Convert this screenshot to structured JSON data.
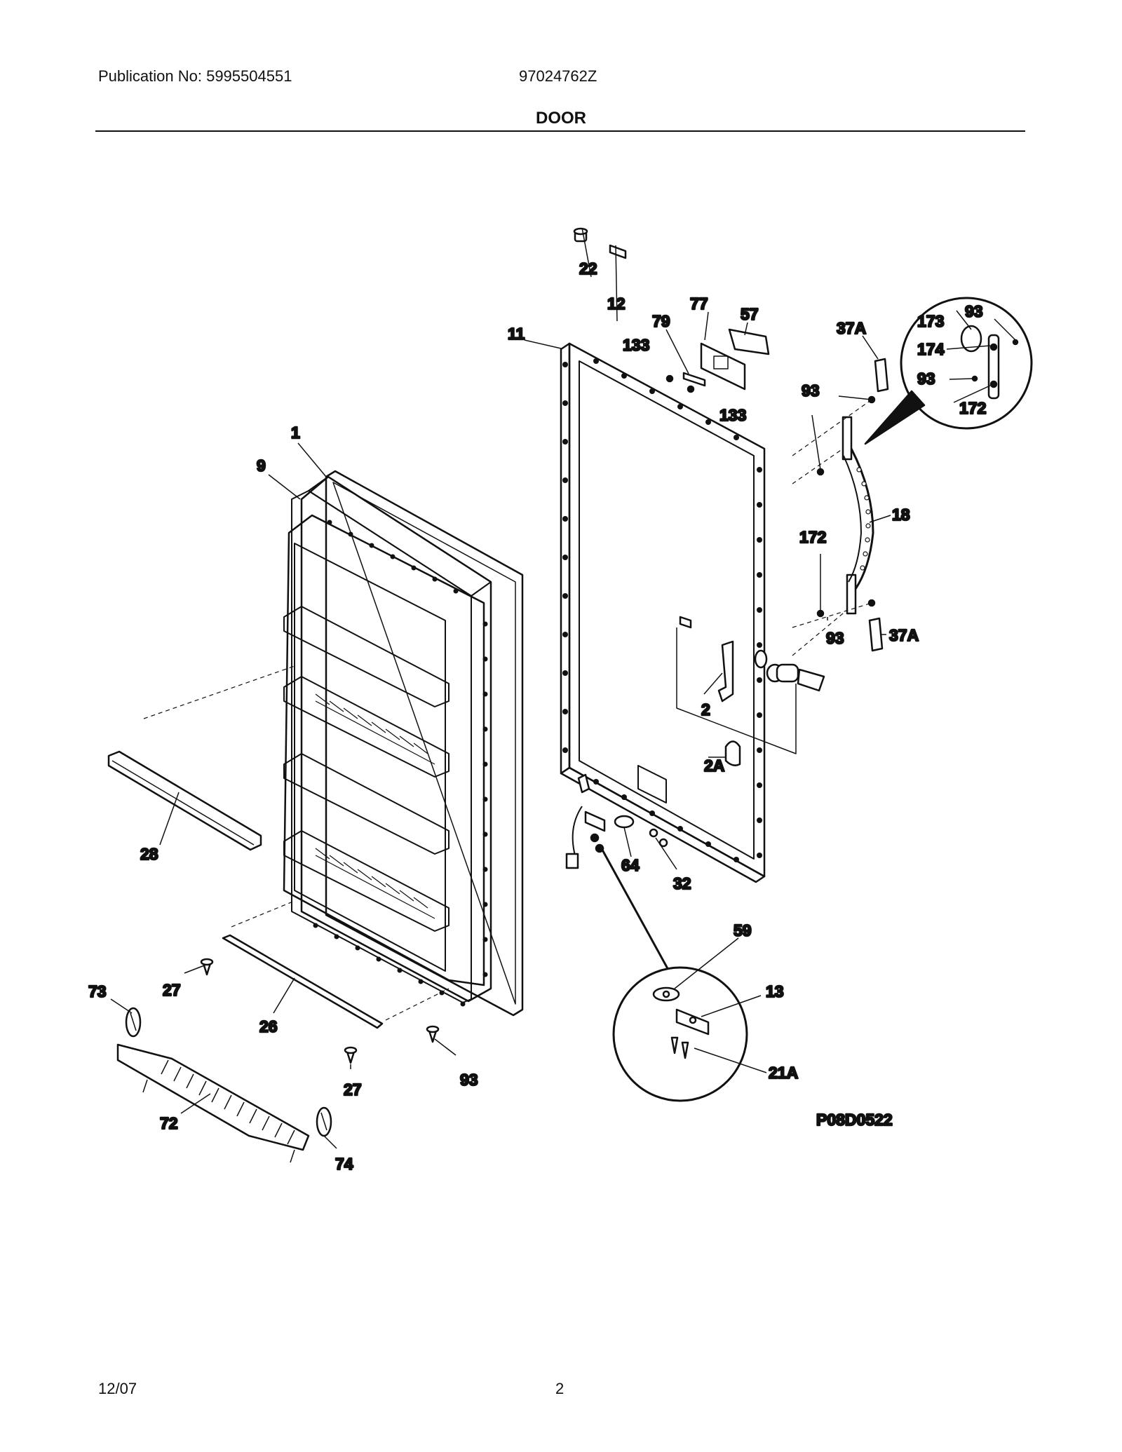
{
  "header": {
    "publication": "Publication No: 5995504551",
    "model": "97024762Z",
    "title": "DOOR"
  },
  "footer": {
    "date": "12/07",
    "page": "2"
  },
  "figure_code": "P08D0522",
  "callouts": {
    "c22": "22",
    "c12": "12",
    "c77": "77",
    "c57": "57",
    "c79": "79",
    "c11": "11",
    "c133a": "133",
    "c133b": "133",
    "c37a_top": "37A",
    "c93_top": "93",
    "c173": "173",
    "c174": "174",
    "c93_mid": "93",
    "c172_top": "172",
    "c93_left": "93",
    "c1": "1",
    "c9": "9",
    "c18": "18",
    "c172": "172",
    "c93_low": "93",
    "c37a_low": "37A",
    "c2": "2",
    "c2a": "2A",
    "c28": "28",
    "c64": "64",
    "c32": "32",
    "c59": "59",
    "c13": "13",
    "c73": "73",
    "c27a": "27",
    "c26": "26",
    "c27b": "27",
    "c93_bot": "93",
    "c21a": "21A",
    "c72": "72",
    "c74": "74"
  }
}
